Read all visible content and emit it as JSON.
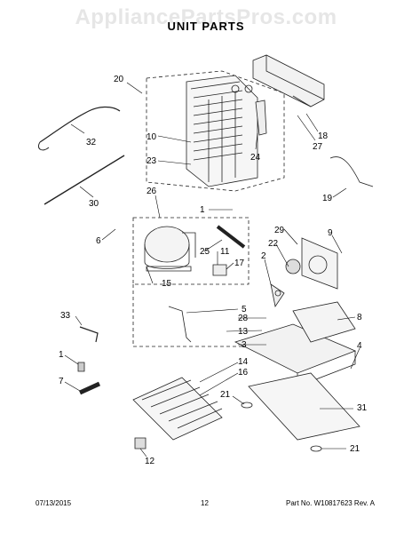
{
  "header": {
    "watermark": "AppliancePartsPros.com",
    "title": "UNIT PARTS"
  },
  "callouts": [
    "20",
    "32",
    "10",
    "23",
    "26",
    "1",
    "6",
    "30",
    "24",
    "18",
    "27",
    "19",
    "29",
    "9",
    "22",
    "2",
    "25",
    "11",
    "17",
    "15",
    "5",
    "28",
    "13",
    "3",
    "8",
    "4",
    "33",
    "1",
    "7",
    "14",
    "16",
    "21",
    "31",
    "21",
    "12"
  ],
  "footer": {
    "date": "07/13/2015",
    "page": "12",
    "part_info": "Part No. W10817623 Rev. A"
  }
}
